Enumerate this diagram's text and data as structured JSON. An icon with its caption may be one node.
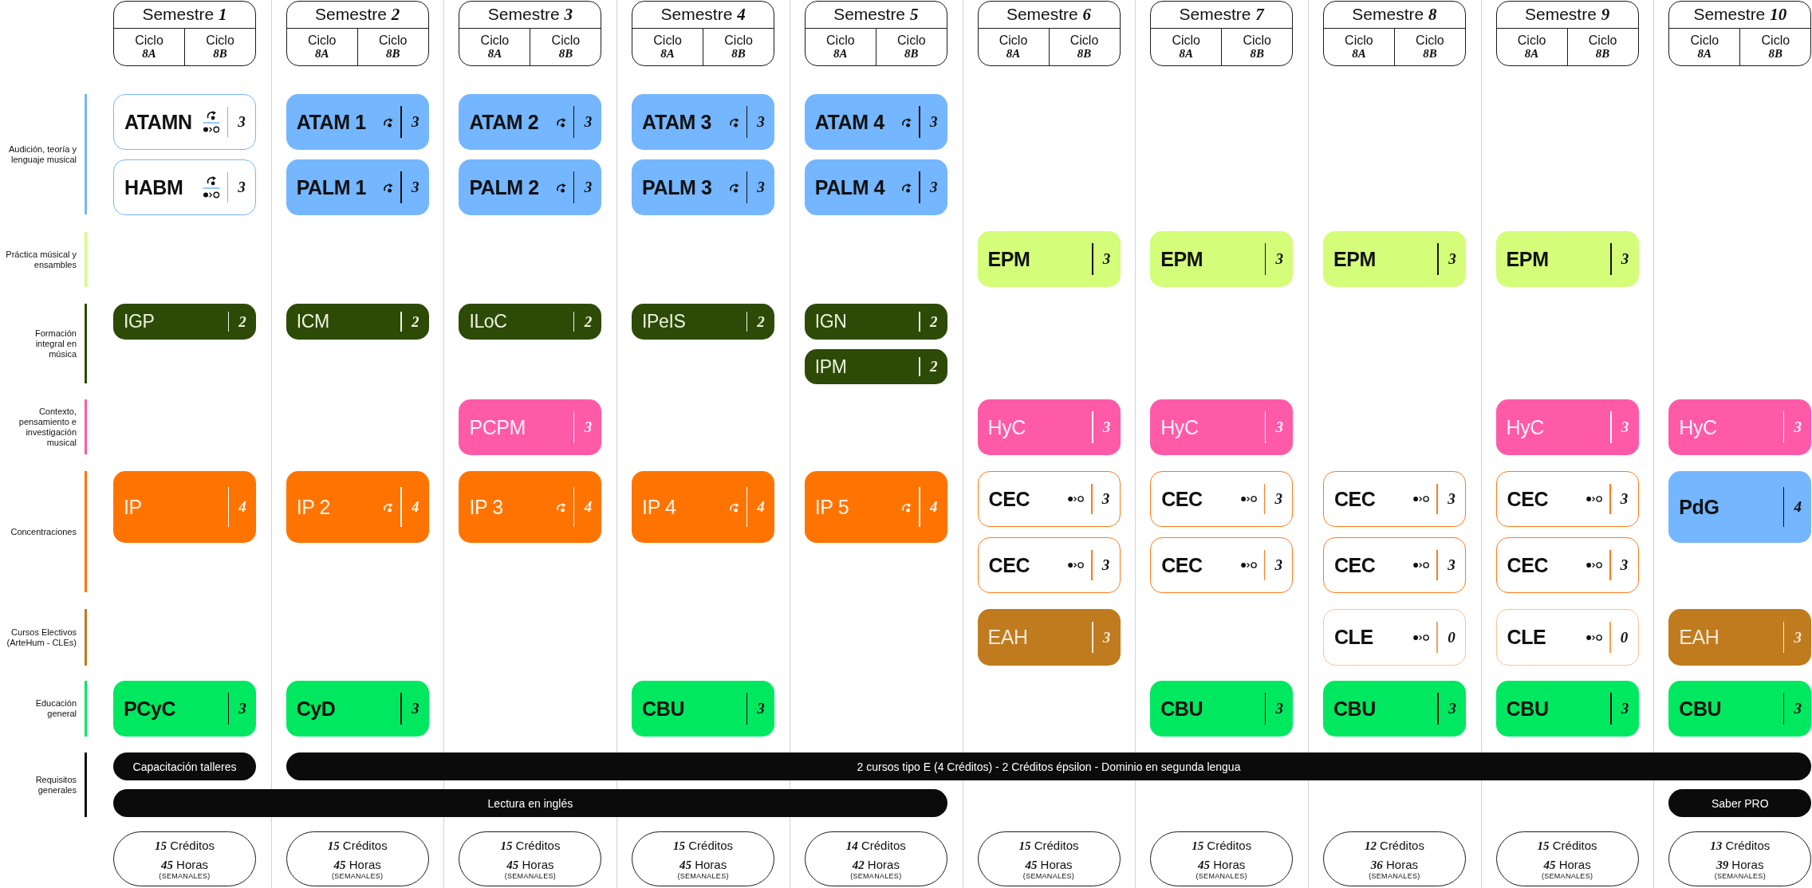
{
  "diagram": {
    "nodes": [
      {
        "text": [
          "Semestre *1*",
          "Ciclo *8A*",
          "Ciclo *8B*"
        ]
      },
      {
        "text": [
          "Semestre *2*",
          "Ciclo *8A*",
          "Ciclo *8B*"
        ]
      },
      {
        "text": [
          "Semestre *3*",
          "Ciclo *8A*",
          "Ciclo *8B*"
        ]
      },
      {
        "text": [
          "Semestre *4*",
          "Ciclo *8A*",
          "Ciclo *8B*"
        ]
      },
      {
        "text": [
          "Semestre *5*",
          "Ciclo *8A*",
          "Ciclo *8B*"
        ]
      },
      {
        "text": [
          "Semestre *6*",
          "Ciclo *8A*",
          "Ciclo *8B*"
        ]
      },
      {
        "text": [
          "Semestre *7*",
          "Ciclo *8A*",
          "Ciclo *8B*"
        ]
      },
      {
        "text": [
          "Semestre *8*",
          "Ciclo *8A*",
          "Ciclo *8B*"
        ]
      },
      {
        "text": [
          "Semestre *9*",
          "Ciclo *8A*",
          "Ciclo *8B*"
        ]
      },
      {
        "text": [
          "Semestre *10*",
          "Ciclo *8A*",
          "Ciclo *8B*"
        ]
      },
      {
        "text": [
          "ATAMN",
          "3"
        ]
      },
      {
        "text": [
          "ATAM 1",
          "3"
        ]
      },
      {
        "text": [
          "ATAM 2",
          "3"
        ]
      },
      {
        "text": [
          "ATAM 3",
          "3"
        ]
      },
      {
        "text": [
          "ATAM 4",
          "3"
        ]
      },
      {
        "text": [
          "HABM",
          "3"
        ]
      },
      {
        "text": [
          "PALM 1",
          "3"
        ]
      },
      {
        "text": [
          "PALM 2",
          "3"
        ]
      },
      {
        "text": [
          "PALM 3",
          "3"
        ]
      },
      {
        "text": [
          "PALM 4",
          "3"
        ]
      },
      {
        "text": [
          "EPM",
          "3"
        ]
      },
      {
        "text": [
          "EPM",
          "3"
        ]
      },
      {
        "text": [
          "EPM",
          "3"
        ]
      },
      {
        "text": [
          "EPM",
          "3"
        ]
      },
      {
        "text": [
          "IGP",
          "2"
        ]
      },
      {
        "text": [
          "ICM",
          "2"
        ]
      },
      {
        "text": [
          "ILoC",
          "2"
        ]
      },
      {
        "text": [
          "IPeIS",
          "2"
        ]
      },
      {
        "text": [
          "IGN",
          "2"
        ]
      },
      {
        "text": [
          "IPM",
          "2"
        ]
      },
      {
        "text": [
          "PCPM",
          "3"
        ]
      },
      {
        "text": [
          "HyC",
          "3"
        ]
      },
      {
        "text": [
          "HyC",
          "3"
        ]
      },
      {
        "text": [
          "HyC",
          "3"
        ]
      },
      {
        "text": [
          "HyC",
          "3"
        ]
      },
      {
        "text": [
          "IP",
          "4"
        ]
      },
      {
        "text": [
          "IP 2",
          "4"
        ]
      },
      {
        "text": [
          "IP 3",
          "4"
        ]
      },
      {
        "text": [
          "IP 4",
          "4"
        ]
      },
      {
        "text": [
          "IP 5",
          "4"
        ]
      },
      {
        "text": [
          "CEC",
          "3"
        ]
      },
      {
        "text": [
          "CEC",
          "3"
        ]
      },
      {
        "text": [
          "CEC",
          "3"
        ]
      },
      {
        "text": [
          "CEC",
          "3"
        ]
      },
      {
        "text": [
          "PdG",
          "4"
        ]
      },
      {
        "text": [
          "CEC",
          "3"
        ]
      },
      {
        "text": [
          "CEC",
          "3"
        ]
      },
      {
        "text": [
          "CEC",
          "3"
        ]
      },
      {
        "text": [
          "CEC",
          "3"
        ]
      },
      {
        "text": [
          "EAH",
          "3"
        ]
      },
      {
        "text": [
          "CLE",
          "0"
        ]
      },
      {
        "text": [
          "CLE",
          "0"
        ]
      },
      {
        "text": [
          "EAH",
          "3"
        ]
      },
      {
        "text": [
          "PCyC",
          "3"
        ]
      },
      {
        "text": [
          "CyD",
          "3"
        ]
      },
      {
        "text": [
          "CBU",
          "3"
        ]
      },
      {
        "text": [
          "CBU",
          "3"
        ]
      },
      {
        "text": [
          "CBU",
          "3"
        ]
      },
      {
        "text": [
          "CBU",
          "3"
        ]
      },
      {
        "text": [
          "CBU",
          "3"
        ]
      },
      {
        "text": [
          "Capacitación talleres"
        ]
      },
      {
        "text": [
          "2 cursos tipo E (4 Créditos) - 2 Créditos épsilon - Dominio en segunda lengua"
        ]
      },
      {
        "text": [
          "Lectura en inglés"
        ]
      },
      {
        "text": [
          "Saber PRO"
        ]
      },
      {
        "text": [
          "*15* Créditos",
          "*45* Horas",
          "(SEMANALES)"
        ]
      },
      {
        "text": [
          "*15* Créditos",
          "*45* Horas",
          "(SEMANALES)"
        ]
      },
      {
        "text": [
          "*15* Créditos",
          "*45* Horas",
          "(SEMANALES)"
        ]
      },
      {
        "text": [
          "*15* Créditos",
          "*45* Horas",
          "(SEMANALES)"
        ]
      },
      {
        "text": [
          "*14* Créditos",
          "*42* Horas",
          "(SEMANALES)"
        ]
      },
      {
        "text": [
          "*15* Créditos",
          "*45* Horas",
          "(SEMANALES)"
        ]
      },
      {
        "text": [
          "*15* Créditos",
          "*45* Horas",
          "(SEMANALES)"
        ]
      },
      {
        "text": [
          "*12* Créditos",
          "*36* Horas",
          "(SEMANALES)"
        ]
      },
      {
        "text": [
          "*15* Créditos",
          "*45* Horas",
          "(SEMANALES)"
        ]
      },
      {
        "text": [
          "*13* Créditos",
          "*39* Horas",
          "(SEMANALES)"
        ]
      }
    ],
    "labels": [
      "Audición, teoría y lenguaje musical",
      "Práctica músical y ensambles",
      "Formación integral en música",
      "Contexto, pensamiento e investigación musical",
      "Concentraciones",
      "Cursos Electivos (ArteHum - CLEs)",
      "Educación general",
      "Requisitos generales"
    ]
  }
}
